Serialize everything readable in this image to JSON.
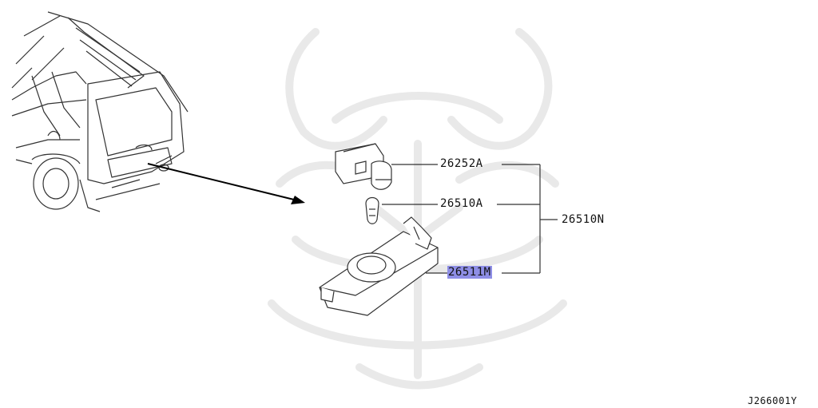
{
  "parts": {
    "socket": "26252A",
    "bulb": "26510A",
    "lamp_assembly": "26510N",
    "lens_housing": "26511M"
  },
  "highlight_color": "#8e8ee6",
  "illustration_code": "J266001Y",
  "watermark": "samurai-mask-watermark",
  "icons": [
    "vehicle-rear-icon",
    "socket-icon",
    "bulb-icon",
    "lamp-housing-icon"
  ]
}
